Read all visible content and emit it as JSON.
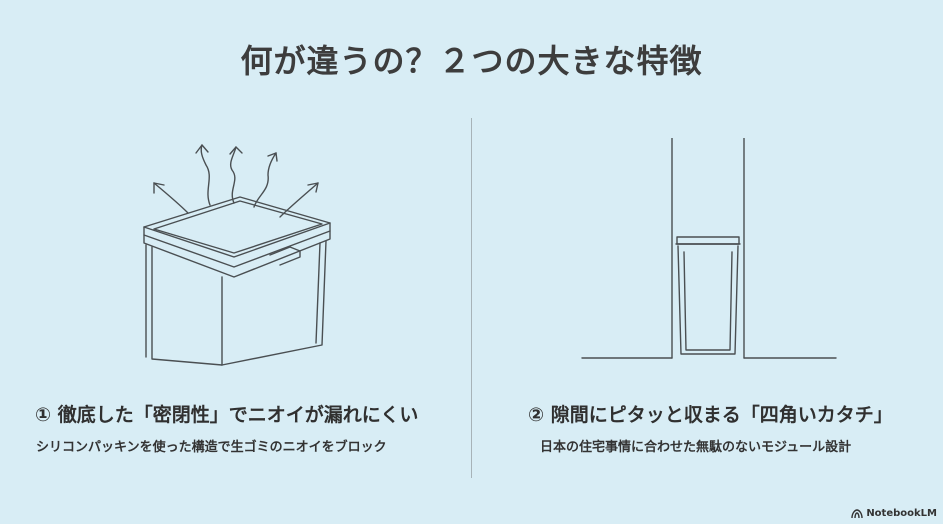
{
  "title": "何が違うの？２つの大きな特徴",
  "features": [
    {
      "heading": "① 徹底した「密閉性」でニオイが漏れにくい",
      "description": "シリコンパッキンを使った構造で生ゴミのニオイをブロック"
    },
    {
      "heading": "② 隙間にピタッと収まる「四角いカタチ」",
      "description": "日本の住宅事情に合わせた無駄のないモジュール設計"
    }
  ],
  "branding": {
    "label": "NotebookLM"
  }
}
